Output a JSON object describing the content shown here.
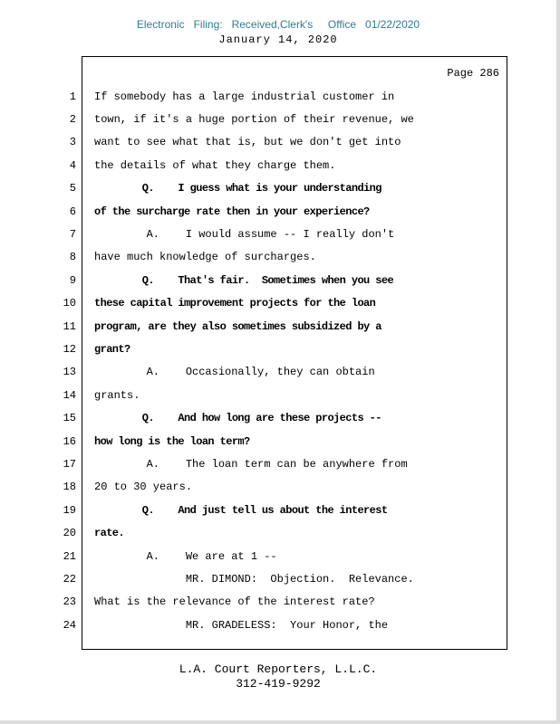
{
  "stamp": {
    "text": "Electronic   Filing:   Received,Clerk's     Office   01/22/2020",
    "color": "#2e7c8f"
  },
  "date_line": "January 14, 2020",
  "transcript": {
    "page_label": "Page 286",
    "lines": [
      {
        "num": "1",
        "bold": false,
        "text": "If somebody has a large industrial customer in"
      },
      {
        "num": "2",
        "bold": false,
        "text": "town, if it's a huge portion of their revenue, we"
      },
      {
        "num": "3",
        "bold": false,
        "text": "want to see what that is, but we don't get into"
      },
      {
        "num": "4",
        "bold": false,
        "text": "the details of what they charge them."
      },
      {
        "num": "5",
        "bold": true,
        "text": "        Q.    I guess what is your understanding"
      },
      {
        "num": "6",
        "bold": true,
        "text": "of the surcharge rate then in your experience?"
      },
      {
        "num": "7",
        "bold": false,
        "text": "        A.    I would assume -- I really don't"
      },
      {
        "num": "8",
        "bold": false,
        "text": "have much knowledge of surcharges."
      },
      {
        "num": "9",
        "bold": true,
        "text": "        Q.    That's fair.  Sometimes when you see"
      },
      {
        "num": "10",
        "bold": true,
        "text": "these capital improvement projects for the loan"
      },
      {
        "num": "11",
        "bold": true,
        "text": "program, are they also sometimes subsidized by a"
      },
      {
        "num": "12",
        "bold": true,
        "text": "grant?"
      },
      {
        "num": "13",
        "bold": false,
        "text": "        A.    Occasionally, they can obtain"
      },
      {
        "num": "14",
        "bold": false,
        "text": "grants."
      },
      {
        "num": "15",
        "bold": true,
        "text": "        Q.    And how long are these projects --"
      },
      {
        "num": "16",
        "bold": true,
        "text": "how long is the loan term?"
      },
      {
        "num": "17",
        "bold": false,
        "text": "        A.    The loan term can be anywhere from"
      },
      {
        "num": "18",
        "bold": false,
        "text": "20 to 30 years."
      },
      {
        "num": "19",
        "bold": true,
        "text": "        Q.    And just tell us about the interest"
      },
      {
        "num": "20",
        "bold": true,
        "text": "rate."
      },
      {
        "num": "21",
        "bold": false,
        "text": "        A.    We are at 1 --"
      },
      {
        "num": "22",
        "bold": false,
        "text": "              MR. DIMOND:  Objection.  Relevance."
      },
      {
        "num": "23",
        "bold": false,
        "text": "What is the relevance of the interest rate?"
      },
      {
        "num": "24",
        "bold": false,
        "text": "              MR. GRADELESS:  Your Honor, the"
      }
    ]
  },
  "footer": {
    "company": "L.A. Court Reporters, L.L.C.",
    "phone": "312-419-9292"
  }
}
